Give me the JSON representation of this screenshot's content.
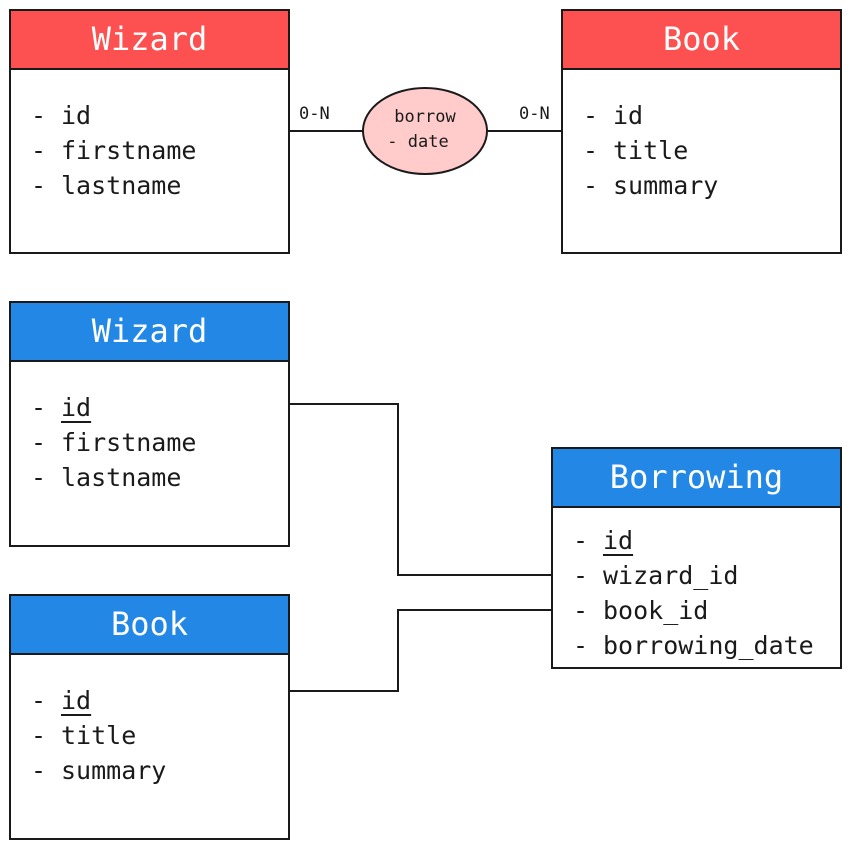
{
  "conceptual": {
    "wizard": {
      "title": "Wizard",
      "attributes": [
        "id",
        "firstname",
        "lastname"
      ]
    },
    "book": {
      "title": "Book",
      "attributes": [
        "id",
        "title",
        "summary"
      ]
    },
    "relation": {
      "name": "borrow",
      "attribute": "- date",
      "left_cardinality": "0-N",
      "right_cardinality": "0-N"
    }
  },
  "logical": {
    "wizard": {
      "title": "Wizard",
      "primary_key": "id",
      "attributes": [
        "firstname",
        "lastname"
      ]
    },
    "book": {
      "title": "Book",
      "primary_key": "id",
      "attributes": [
        "title",
        "summary"
      ]
    },
    "borrowing": {
      "title": "Borrowing",
      "primary_key": "id",
      "attributes": [
        "wizard_id",
        "book_id",
        "borrowing_date"
      ]
    }
  },
  "colors": {
    "conceptual_header": "#fc5150",
    "logical_header": "#2388e5",
    "relation_fill": "#ffcccb"
  }
}
